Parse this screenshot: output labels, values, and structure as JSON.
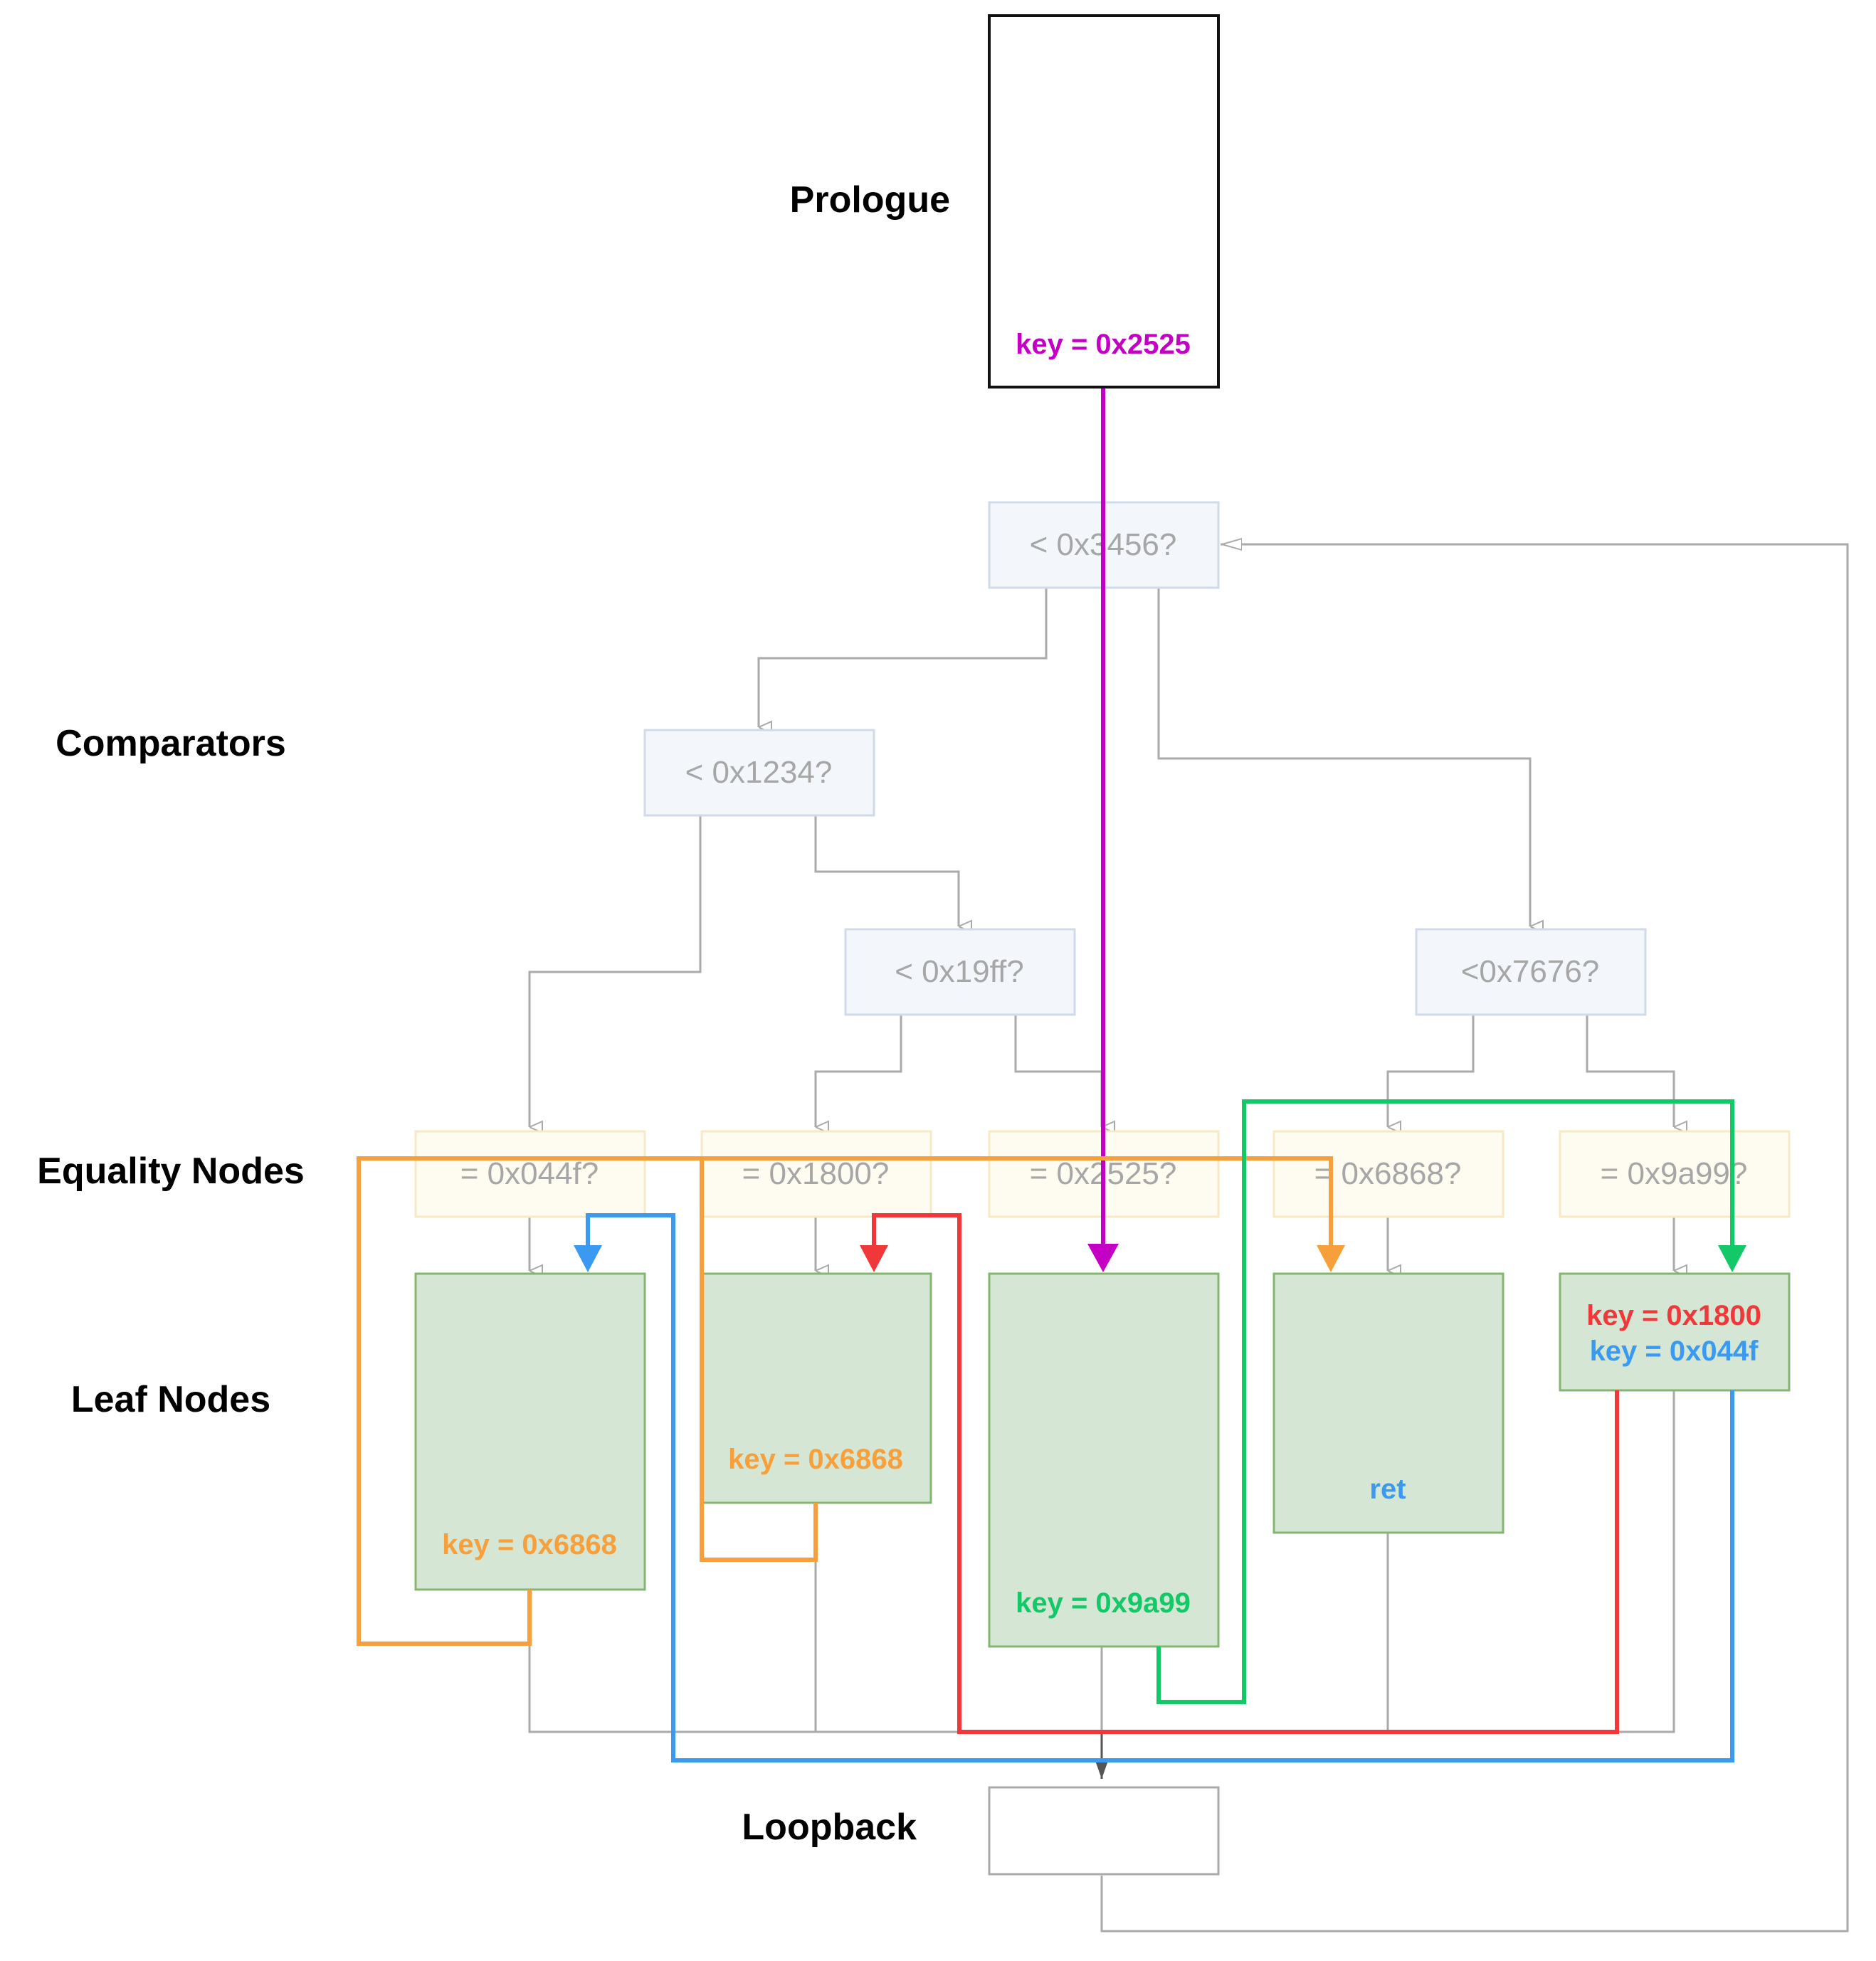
{
  "section_labels": {
    "prologue": "Prologue",
    "comparators": "Comparators",
    "equality_nodes": "Equality Nodes",
    "leaf_nodes": "Leaf Nodes",
    "loopback": "Loopback"
  },
  "comparators": {
    "root": "< 0x3456?",
    "left": "< 0x1234?",
    "left_right": "< 0x19ff?",
    "right": "<0x7676?"
  },
  "equality_nodes": [
    "= 0x044f?",
    "= 0x1800?",
    "= 0x2525?",
    "= 0x6868?",
    "= 0x9a99?"
  ],
  "prologue": {
    "key": "key = 0x2525"
  },
  "leaf_nodes": {
    "leaf1_key": "key = 0x6868",
    "leaf2_key": "key = 0x6868",
    "leaf3_key": "key = 0x9a99",
    "leaf4_text": "ret",
    "leaf5_key_a": "key = 0x1800",
    "leaf5_key_b": "key = 0x044f"
  },
  "colors": {
    "magenta": "#c300c3",
    "orange": "#f7a03b",
    "green": "#13c866",
    "red": "#f0373a",
    "blue": "#3a99f0",
    "gray": "#aaaaaa",
    "comparator_fill": "#f3f6fb",
    "comparator_stroke": "#d0dbe9",
    "equality_fill": "#fefbf0",
    "equality_stroke": "#f7e9c6",
    "leaf_fill": "#d5e7d4",
    "leaf_stroke": "#84b571"
  }
}
